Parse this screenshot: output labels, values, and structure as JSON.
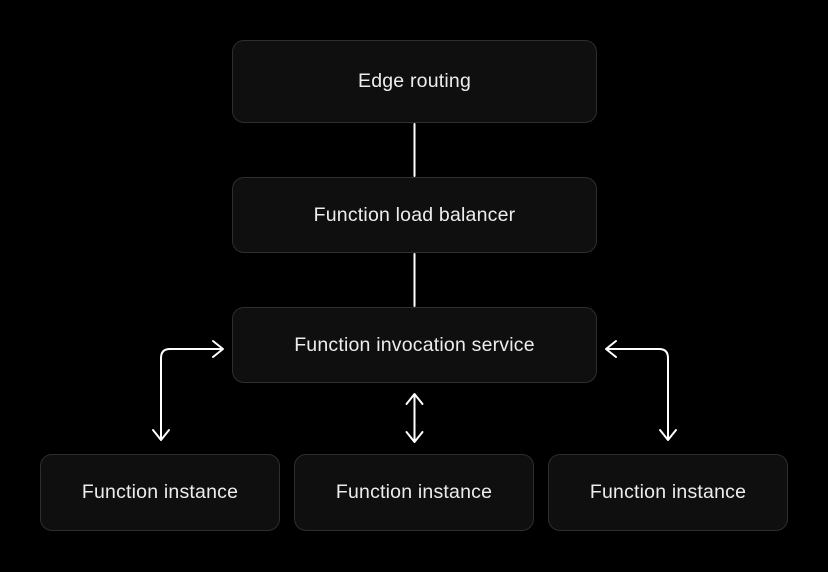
{
  "diagram": {
    "colors": {
      "background": "#000000",
      "node_fill": "#0f0f0f",
      "node_border": "#2e2e2e",
      "node_text": "#ededed",
      "connector": "#ffffff"
    },
    "nodes": {
      "edge_routing": {
        "label": "Edge routing"
      },
      "function_load_balancer": {
        "label": "Function load balancer"
      },
      "function_invocation_service": {
        "label": "Function invocation service"
      },
      "function_instance_1": {
        "label": "Function instance"
      },
      "function_instance_2": {
        "label": "Function instance"
      },
      "function_instance_3": {
        "label": "Function instance"
      }
    },
    "edges": [
      {
        "from": "Edge routing",
        "to": "Function load balancer",
        "type": "plain-line"
      },
      {
        "from": "Function load balancer",
        "to": "Function invocation service",
        "type": "plain-line"
      },
      {
        "from": "Function invocation service",
        "to": "Function instance (left)",
        "type": "elbow-double-headed-arrow"
      },
      {
        "from": "Function invocation service",
        "to": "Function instance (middle)",
        "type": "vertical-double-headed-arrow"
      },
      {
        "from": "Function invocation service",
        "to": "Function instance (right)",
        "type": "elbow-double-headed-arrow"
      }
    ]
  }
}
